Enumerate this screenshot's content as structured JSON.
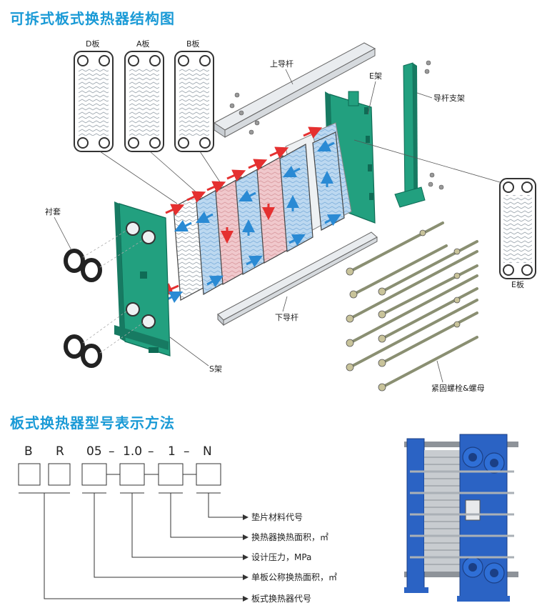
{
  "titles": {
    "structure": "可拆式板式换热器结构图",
    "model": "板式换热器型号表示方法"
  },
  "labels": {
    "d_plate": "D板",
    "a_plate": "A板",
    "b_plate": "B板",
    "upper_guide": "上导杆",
    "e_frame": "E架",
    "guide_support": "导杆支架",
    "gasket": "衬套",
    "lower_guide": "下导杆",
    "e_plate": "E板",
    "s_frame": "S架",
    "bolts": "紧固螺栓&螺母"
  },
  "model_code": {
    "chars": [
      "B",
      "R",
      "05",
      "1.0",
      "1",
      "N"
    ],
    "dash": "–",
    "legend": [
      "垫片材料代号",
      "换热器换热面积，㎡",
      "设计压力，MPa",
      "单板公称换热面积，㎡",
      "板式换热器代号"
    ]
  },
  "colors": {
    "title": "#1a9ad6",
    "frame": "#1e9a80",
    "hot": "#e53030",
    "cold": "#2a8ad4",
    "product_blue": "#2b63c4"
  }
}
